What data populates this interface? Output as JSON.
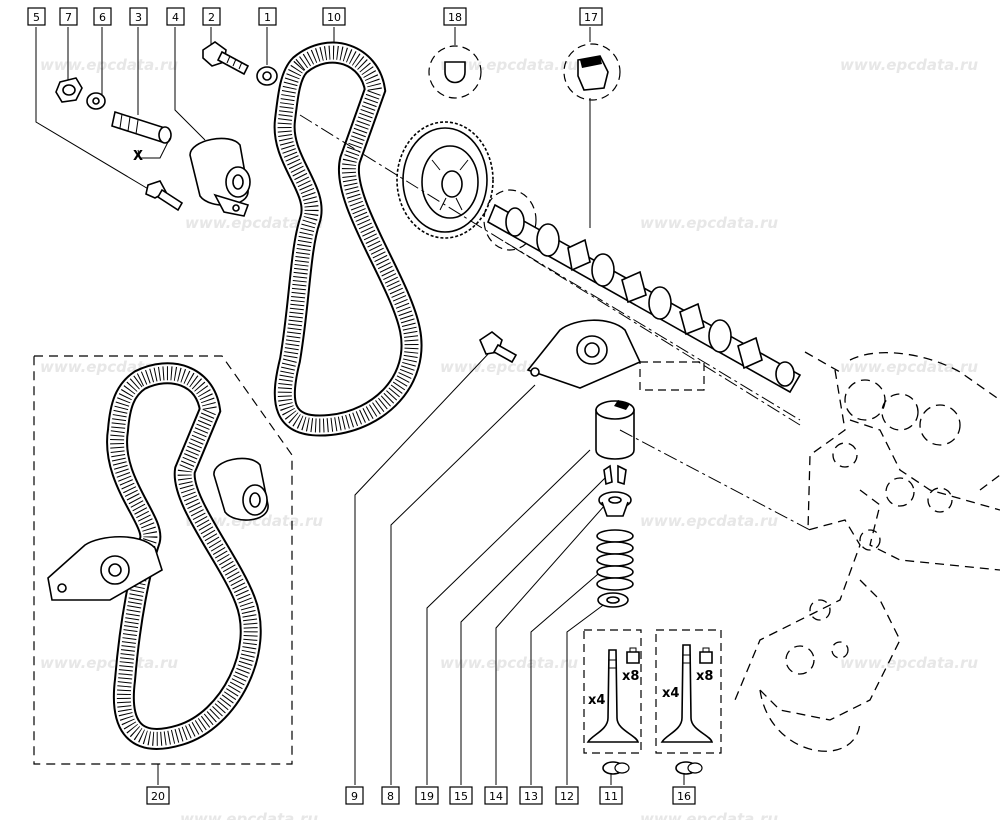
{
  "watermark": "www.epcdata.ru",
  "callouts": {
    "c1": "1",
    "c2": "2",
    "c3": "3",
    "c4": "4",
    "c5": "5",
    "c6": "6",
    "c7": "7",
    "c8": "8",
    "c9": "9",
    "c10": "10",
    "c11": "11",
    "c12": "12",
    "c13": "13",
    "c14": "14",
    "c15": "15",
    "c16": "16",
    "c17": "17",
    "c18": "18",
    "c19": "19",
    "c20": "20"
  },
  "annotations": {
    "x_mark": "X",
    "qty_valves_left": "x4",
    "qty_keys_left": "x8",
    "qty_valves_right": "x4",
    "qty_keys_right": "x8"
  }
}
